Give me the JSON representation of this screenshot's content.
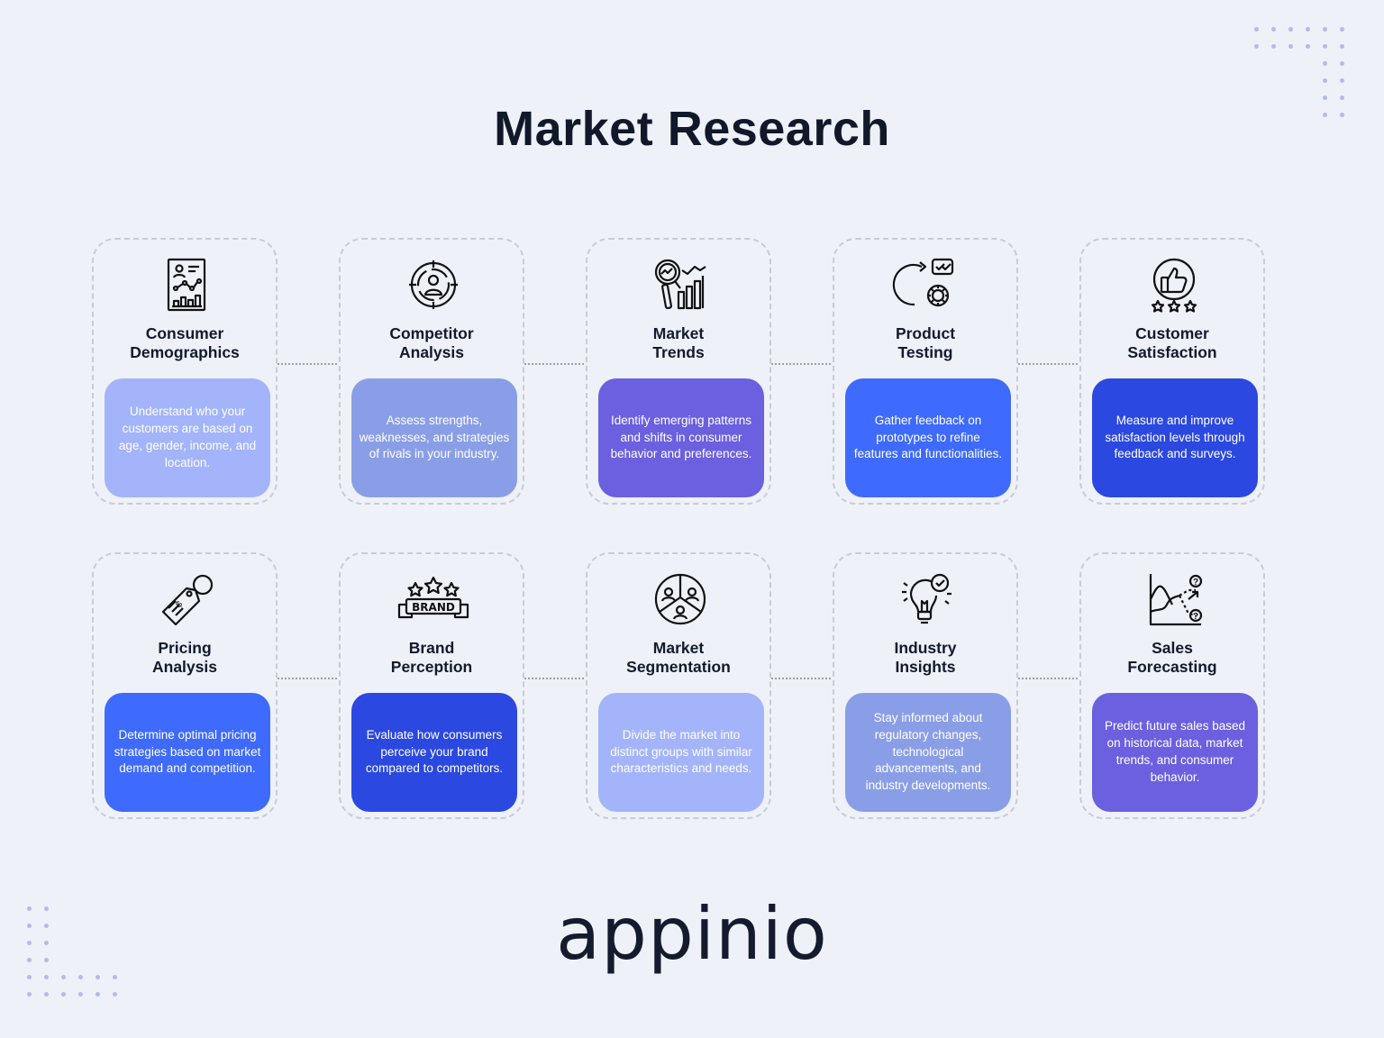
{
  "title": "Market Research",
  "logo_text": "appinio",
  "colors": {
    "background": "#eef1f8",
    "light_lavender": "#a3b4fb",
    "periwinkle": "#8a9ee7",
    "violet": "#6a60e0",
    "royal_blue": "#3e6afd",
    "deep_blue": "#2b48e0",
    "dots": "#b5b9f0"
  },
  "cards": [
    {
      "name": "Consumer\nDemographics",
      "description": "Understand who your customers are based on age, gender, income, and location.",
      "color": "#a3b4fb",
      "icon": "report-chart-icon"
    },
    {
      "name": "Competitor\nAnalysis",
      "description": "Assess strengths, weaknesses, and strategies of rivals in your industry.",
      "color": "#8a9ee7",
      "icon": "target-person-icon"
    },
    {
      "name": "Market\nTrends",
      "description": "Identify emerging patterns and shifts in consumer behavior and preferences.",
      "color": "#6a60e0",
      "icon": "magnifier-bar-chart-icon"
    },
    {
      "name": "Product\nTesting",
      "description": "Gather feedback on prototypes to refine features and functionalities.",
      "color": "#3e6afd",
      "icon": "gear-feedback-icon"
    },
    {
      "name": "Customer\nSatisfaction",
      "description": "Measure and improve satisfaction levels through feedback and surveys.",
      "color": "#2b48e0",
      "icon": "thumbs-up-stars-icon"
    },
    {
      "name": "Pricing\nAnalysis",
      "description": "Determine optimal pricing strategies based on market demand and competition.",
      "color": "#3e6afd",
      "icon": "price-tag-icon"
    },
    {
      "name": "Brand\nPerception",
      "description": "Evaluate how consumers perceive your brand compared to competitors.",
      "color": "#2b48e0",
      "icon": "brand-stars-icon"
    },
    {
      "name": "Market\nSegmentation",
      "description": "Divide the market into distinct groups with similar characteristics and needs.",
      "color": "#a3b4fb",
      "icon": "segmented-pie-people-icon"
    },
    {
      "name": "Industry\nInsights",
      "description": "Stay informed about regulatory changes, technological advancements, and industry developments.",
      "color": "#8a9ee7",
      "icon": "lightbulb-check-icon"
    },
    {
      "name": "Sales\nForecasting",
      "description": "Predict future sales based on historical data, market trends, and consumer behavior.",
      "color": "#6a60e0",
      "icon": "forecast-chart-icon"
    }
  ]
}
